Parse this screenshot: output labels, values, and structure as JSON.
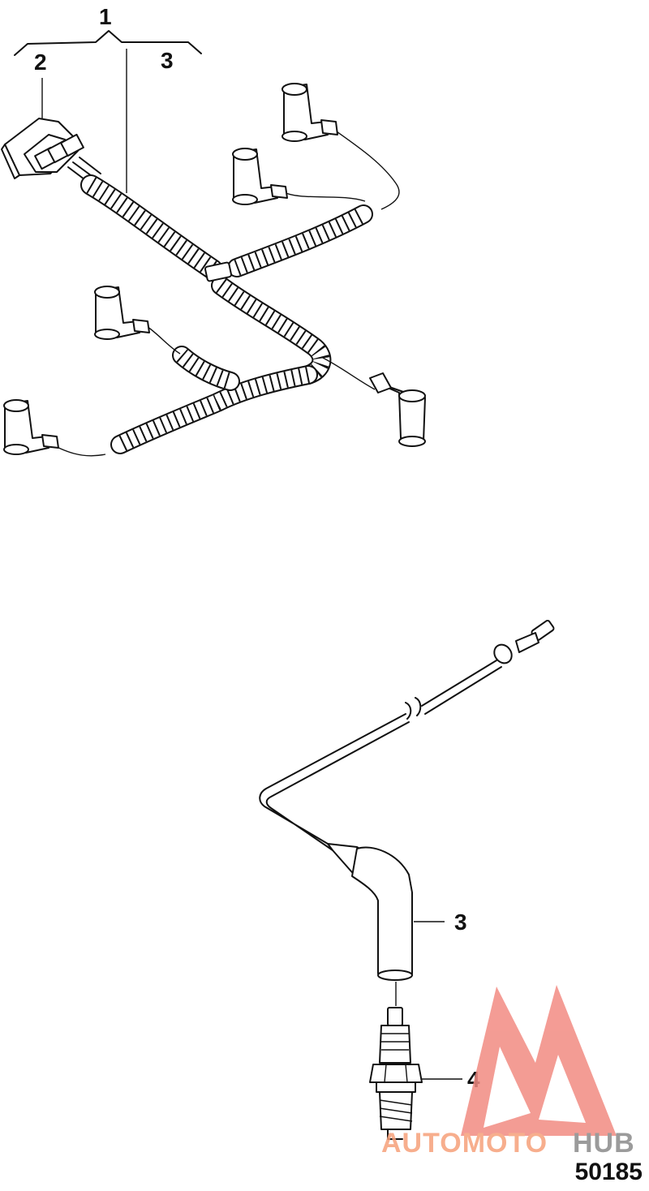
{
  "figure_id": "50185",
  "callouts": {
    "assembly": "1",
    "connector": "2",
    "lead_upper": "3",
    "lead_lower": "3",
    "spark_plug": "4"
  },
  "watermark": {
    "part1": "AUTOMOTO",
    "part2": "HUB",
    "color_primary": "#f28b82",
    "color_secondary": "#f6c56b",
    "color_tertiary": "#8a8a8a"
  }
}
